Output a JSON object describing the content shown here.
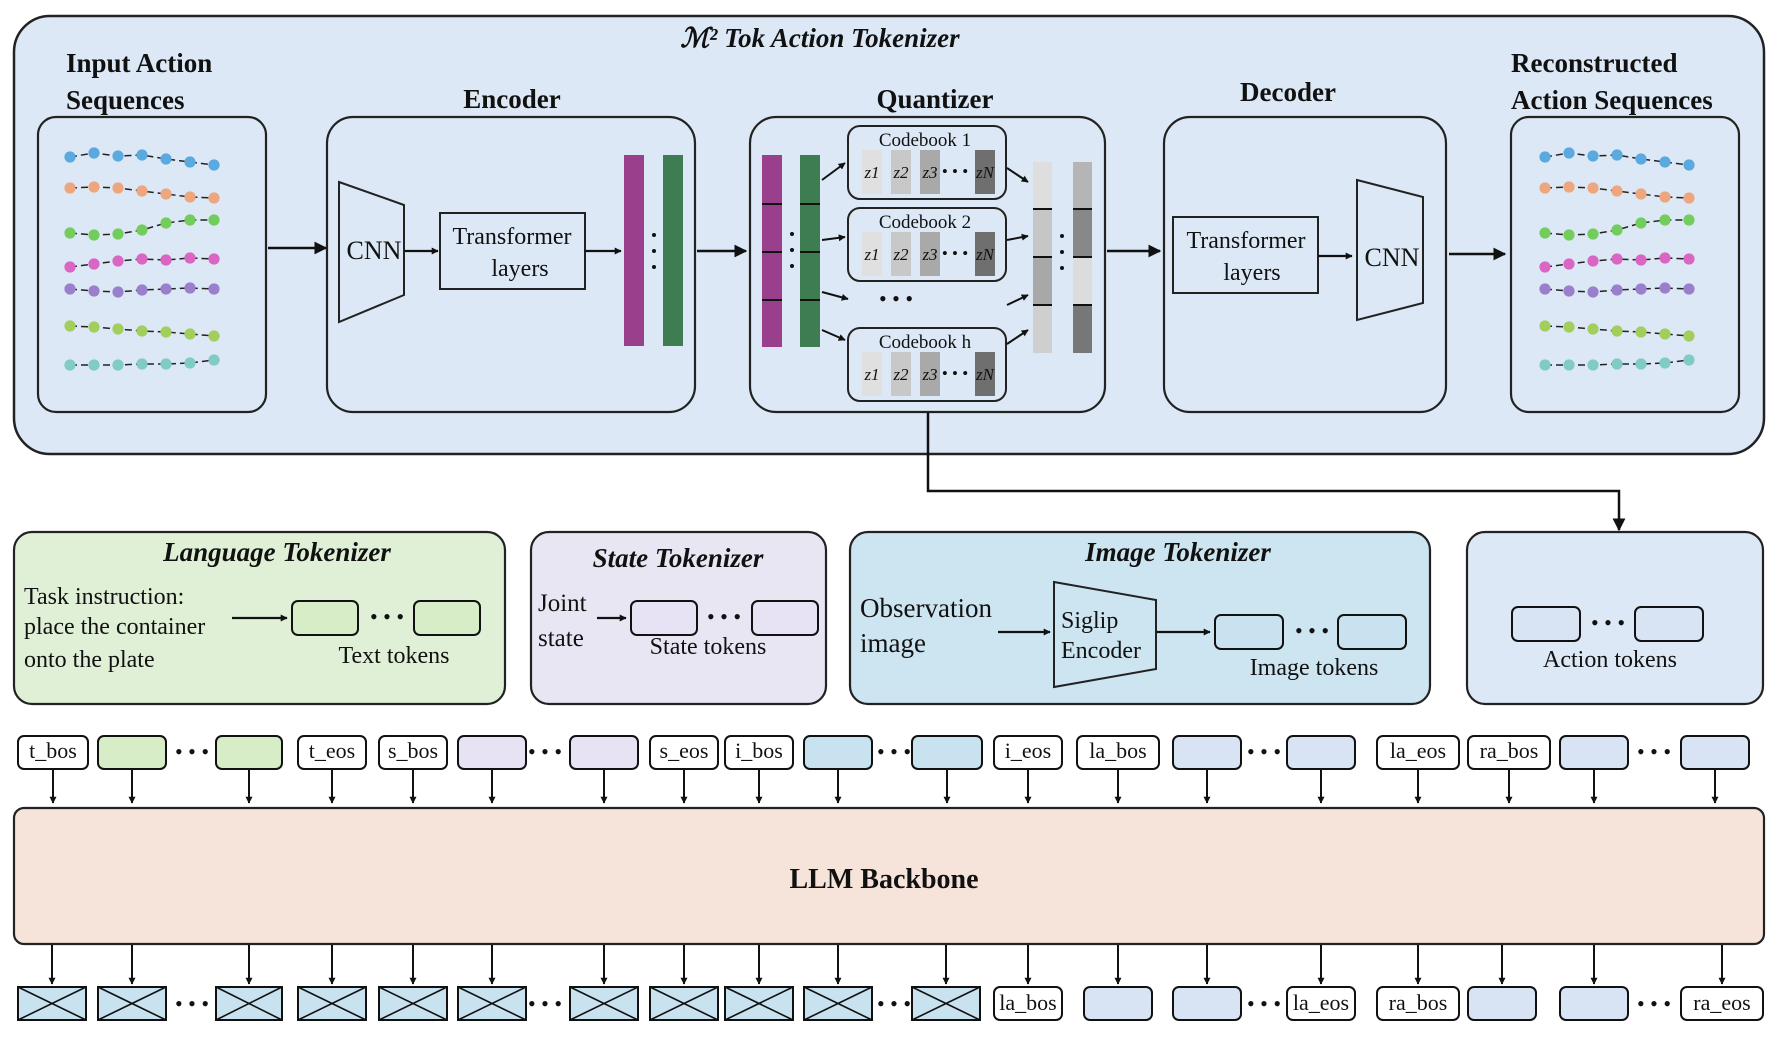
{
  "top": {
    "title": "ℳ² Tok Action Tokenizer",
    "input": {
      "title_line1": "Input Action",
      "title_line2": "Sequences"
    },
    "encoder": {
      "title": "Encoder",
      "cnn": "CNN",
      "transformer_line1": "Transformer",
      "transformer_line2": "layers"
    },
    "quantizer": {
      "title": "Quantizer",
      "codebooks": [
        "Codebook 1",
        "Codebook 2",
        "Codebook h"
      ],
      "code_labels": [
        "z1",
        "z2",
        "z3",
        "zN"
      ],
      "ellipsis": "• • •"
    },
    "decoder": {
      "title": "Decoder",
      "cnn": "CNN",
      "transformer_line1": "Transformer",
      "transformer_line2": "layers"
    },
    "output": {
      "title_line1": "Reconstructed",
      "title_line2": "Action Sequences"
    }
  },
  "tokenizers": {
    "language": {
      "title": "Language Tokenizer",
      "line1": "Task instruction:",
      "line2": "place the container",
      "line3": "onto the plate",
      "tokens_label": "Text tokens"
    },
    "state": {
      "title": "State Tokenizer",
      "line1": "Joint",
      "line2": "state",
      "tokens_label": "State tokens"
    },
    "image": {
      "title": "Image Tokenizer",
      "line1": "Observation",
      "line2": "image",
      "encoder_line1": "Siglip",
      "encoder_line2": "Encoder",
      "tokens_label": "Image tokens"
    },
    "action": {
      "tokens_label": "Action tokens"
    }
  },
  "sequence": {
    "input_tokens": [
      "t_bos",
      "t_eos",
      "s_bos",
      "s_eos",
      "i_bos",
      "i_eos",
      "la_bos",
      "la_eos",
      "ra_bos"
    ],
    "output_tokens": [
      "la_bos",
      "la_eos",
      "ra_bos",
      "ra_eos"
    ]
  },
  "backbone": {
    "label": "LLM Backbone"
  },
  "colors": {
    "top_bg": "#dce8f5",
    "lang_bg": "#dff0d6",
    "state_bg": "#e9e6f4",
    "image_bg": "#cde4f1",
    "action_bg": "#dce8f5",
    "llm_bg": "#f6e4da",
    "purple": "#9a3f8c",
    "green": "#3d7d51",
    "text_token": "#d7edc8",
    "state_token": "#e7e3f4",
    "image_token": "#c9e2f0",
    "action_token": "#d8e4f3"
  },
  "traj_colors": [
    "#5aa9df",
    "#eea67e",
    "#72cd5c",
    "#d866c2",
    "#9a80cc",
    "#a2ce5c",
    "#80ccc4"
  ]
}
